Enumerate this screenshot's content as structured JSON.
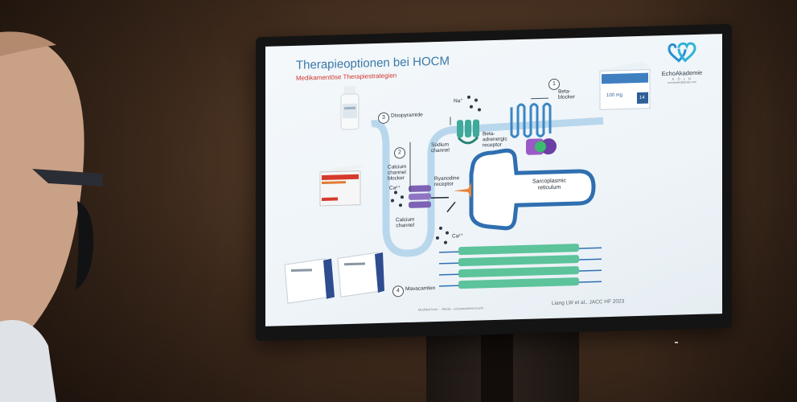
{
  "slide": {
    "title": "Therapieoptionen bei HOCM",
    "subtitle": "Medikamentöse Therapiestrategien",
    "brand_name": "EchoAkademie",
    "brand_subtitle": "K Ö L N",
    "brand_email": "echokoeln@gmail.com",
    "citation": "Liang LW et al., JACC HF 2023",
    "footer_credit": "Modified from ... Media · echoakademie.koeln"
  },
  "diagram": {
    "step1": {
      "number": "1",
      "label": "Beta-\nblocker"
    },
    "step2": {
      "number": "2",
      "label": "Calcium\nchannel\nblocker"
    },
    "step3": {
      "number": "3",
      "label": "Disopyramide"
    },
    "step4": {
      "number": "4",
      "label": "Mavacamten"
    },
    "sodium_ion": "Na⁺",
    "calcium_ion_1": "Ca²⁺",
    "calcium_ion_2": "Ca²⁺",
    "sodium_channel": "Sodium\nchannel",
    "beta_receptor": "Beta-\nadrenergic\nreceptor",
    "ryanodine_receptor": "Ryanodine\nreceptor",
    "calcium_channel": "Calcium\nchannel",
    "sarcoplasmic_reticulum": "Sarcoplasmic\nreticulum",
    "box_dose": "100 mg",
    "box_count": "14"
  },
  "colors": {
    "title": "#3a78a8",
    "subtitle": "#d0342c",
    "membrane": "#b9d7ec",
    "reticulum": "#2f6fb0",
    "receptor": "#3b86c4",
    "ryanodine": "#e8843a",
    "myofilament": "#5cc39a"
  }
}
